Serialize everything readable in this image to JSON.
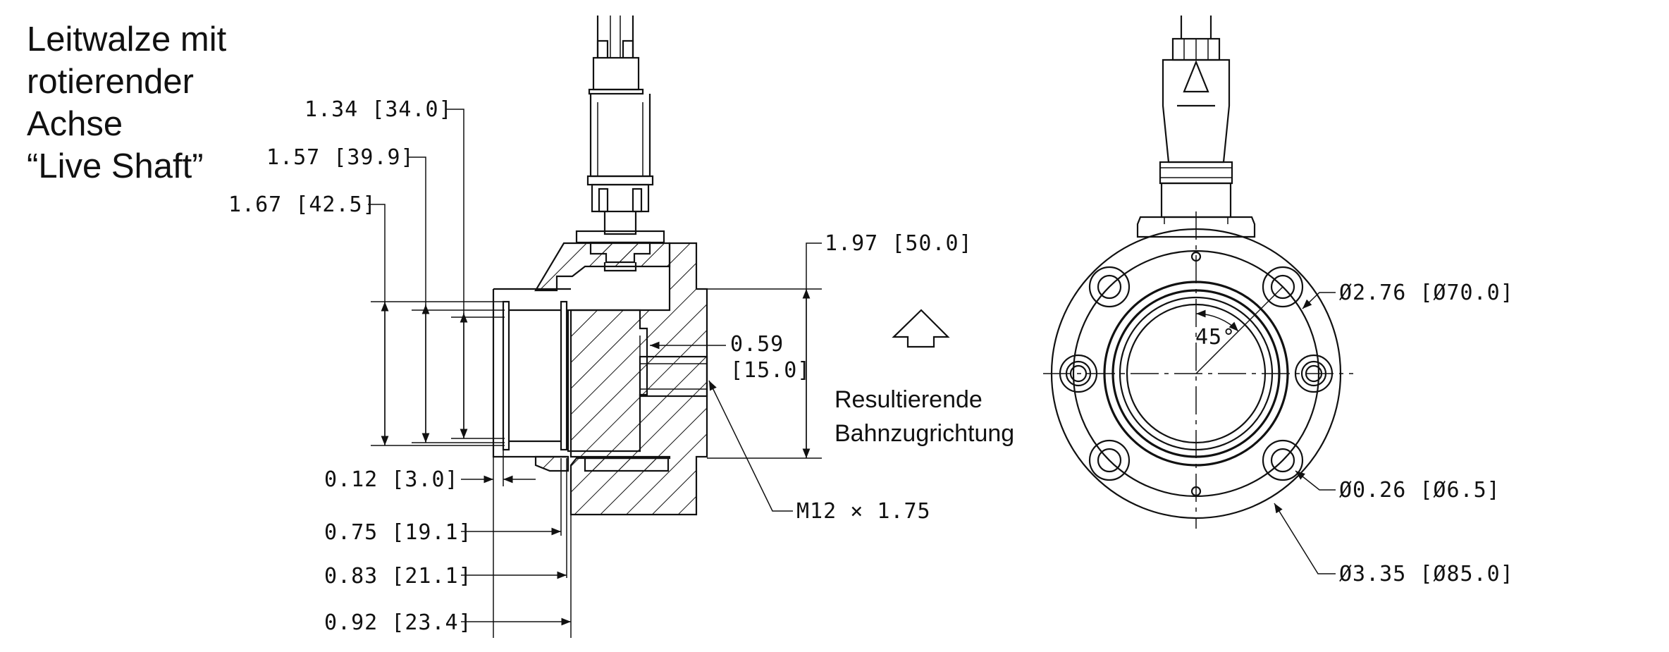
{
  "title": {
    "lines": [
      "Leitwalze mit",
      "rotierender",
      "Achse",
      "“Live Shaft”"
    ]
  },
  "side_view": {
    "dims": {
      "d134": "1.34 [34.0]",
      "d157": "1.57 [39.9]",
      "d167": "1.67 [42.5]",
      "d197": "1.97 [50.0]",
      "d059_a": "0.59",
      "d059_b": "[15.0]",
      "d012": "0.12 [3.0]",
      "d075": "0.75 [19.1]",
      "d083": "0.83 [21.1]",
      "d092": "0.92 [23.4]",
      "thread": "M12 × 1.75"
    },
    "direction_label": [
      "Resultierende",
      "Bahnzugrichtung"
    ]
  },
  "front_view": {
    "angle": "45°",
    "dims": {
      "d276": "Ø2.76 [Ø70.0]",
      "d026": "Ø0.26 [Ø6.5]",
      "d335": "Ø3.35 [Ø85.0]"
    }
  }
}
